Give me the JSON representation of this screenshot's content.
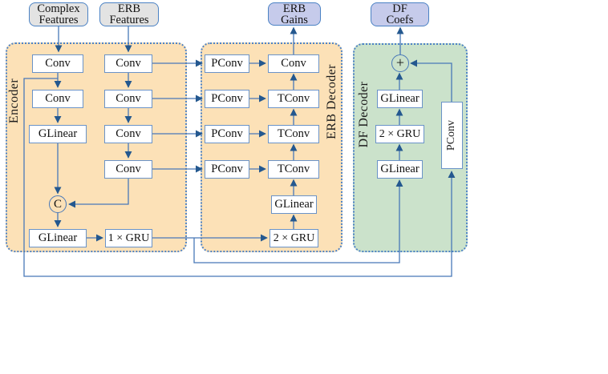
{
  "io": {
    "complex_features": {
      "line1": "Complex",
      "line2": "Features"
    },
    "erb_features": {
      "line1": "ERB",
      "line2": "Features"
    },
    "erb_gains": {
      "line1": "ERB",
      "line2": "Gains"
    },
    "df_coefs": {
      "line1": "DF",
      "line2": "Coefs"
    }
  },
  "encoder": {
    "label": "Encoder",
    "complex_column": [
      "Conv",
      "Conv",
      "GLinear"
    ],
    "erb_column": [
      "Conv",
      "Conv",
      "Conv",
      "Conv"
    ],
    "concat_symbol": "C",
    "out_glinear": "GLinear",
    "gru": "1 × GRU"
  },
  "erb_decoder": {
    "label": "ERB Decoder",
    "pconv_column": [
      "PConv",
      "PConv",
      "PConv",
      "PConv"
    ],
    "main_column": [
      "Conv",
      "TConv",
      "TConv",
      "TConv"
    ],
    "glinear": "GLinear",
    "gru": "2 × GRU"
  },
  "df_decoder": {
    "label": "DF Decoder",
    "sum_symbol": "+",
    "glinear_top": "GLinear",
    "gru": "2 × GRU",
    "glinear_bottom": "GLinear",
    "pconv": "PConv"
  },
  "colors": {
    "encoder_bg": "#fce1b7",
    "erb_decoder_bg": "#fce1b7",
    "df_decoder_bg": "#cbe2cb",
    "input_box_bg": "#e3e3e3",
    "output_box_bg": "#c6cbeb",
    "line_blue": "#4878b8",
    "arrow_blue": "#24588f",
    "block_border_blue": "#4d82c6"
  }
}
